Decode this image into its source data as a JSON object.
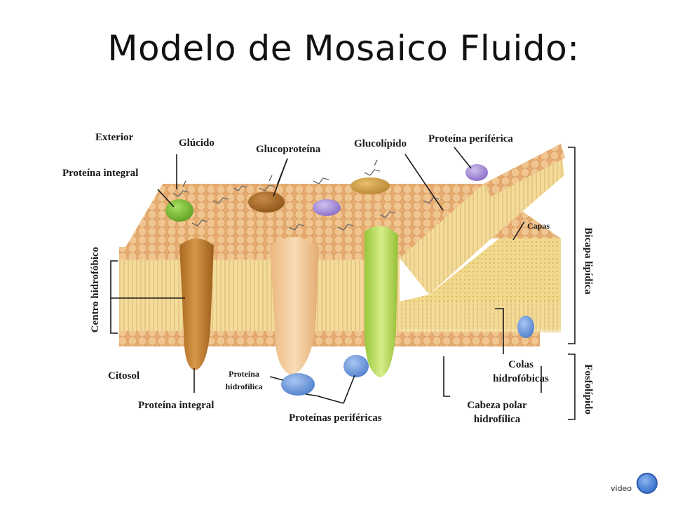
{
  "slide": {
    "title": "Modelo de Mosaico Fluido:"
  },
  "labels": {
    "exterior": "Exterior",
    "glucido": "Glúcido",
    "glucoproteina": "Glucoproteína",
    "glucolipido": "Glucolípido",
    "proteina_periferica": "Proteína periférica",
    "proteina_integral_top": "Proteína integral",
    "capas": "Capas",
    "bicapa_lipidica": "Bicapa lipídica",
    "centro_hidrofobico": "Centro hidrofóbico",
    "citosol": "Citosol",
    "proteina_hidrofilica_line1": "Proteína",
    "proteina_hidrofilica_line2": "hidrofílica",
    "colas_line1": "Colas",
    "colas_line2": "hidrofóbicas",
    "fosfolipido": "Fosfolípido",
    "proteina_integral_bottom": "Proteína integral",
    "proteinas_perifericas": "Proteínas periféricas",
    "cabeza_line1": "Cabeza polar",
    "cabeza_line2": "hidrofílica"
  },
  "controls": {
    "video_label": "video"
  },
  "colors": {
    "lipid_head": "#e8b27a",
    "lipid_tail": "#f3dc9a",
    "integral_protein_brown": "#c98637",
    "integral_protein_peach": "#f3c796",
    "integral_protein_lime": "#b9dd5a",
    "peripheral_blue": "#6f9ee0",
    "peripheral_purple": "#a98fd6",
    "green_protein": "#7cc23a"
  }
}
